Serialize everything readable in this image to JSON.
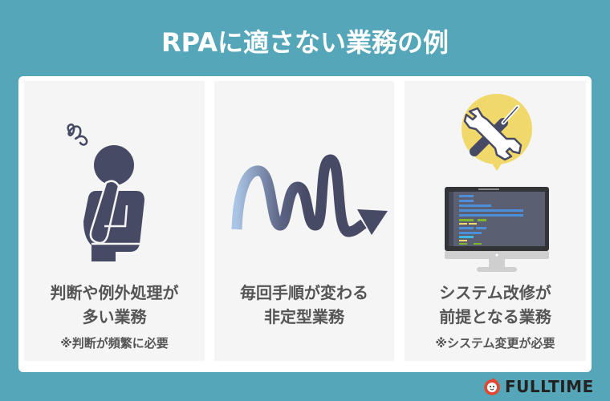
{
  "title": "RPAに適さない業務の例",
  "panels": [
    {
      "icon": "thinking-person-icon",
      "label_line1": "判断や例外処理が",
      "label_line2": "多い業務",
      "note": "※判断が頻繁に必要"
    },
    {
      "icon": "wavy-arrow-icon",
      "label_line1": "毎回手順が変わる",
      "label_line2": "非定型業務",
      "note": ""
    },
    {
      "icon": "monitor-tools-icon",
      "label_line1": "システム改修が",
      "label_line2": "前提となる業務",
      "note": "※システム変更が必要"
    }
  ],
  "logo": {
    "text": "FULLTIME"
  },
  "colors": {
    "background": "#55a6b8",
    "panel": "#f5f5f5",
    "icon_dark": "#464a64",
    "text": "#555555",
    "bubble": "#f0d96a",
    "logo_red": "#e8452c"
  }
}
